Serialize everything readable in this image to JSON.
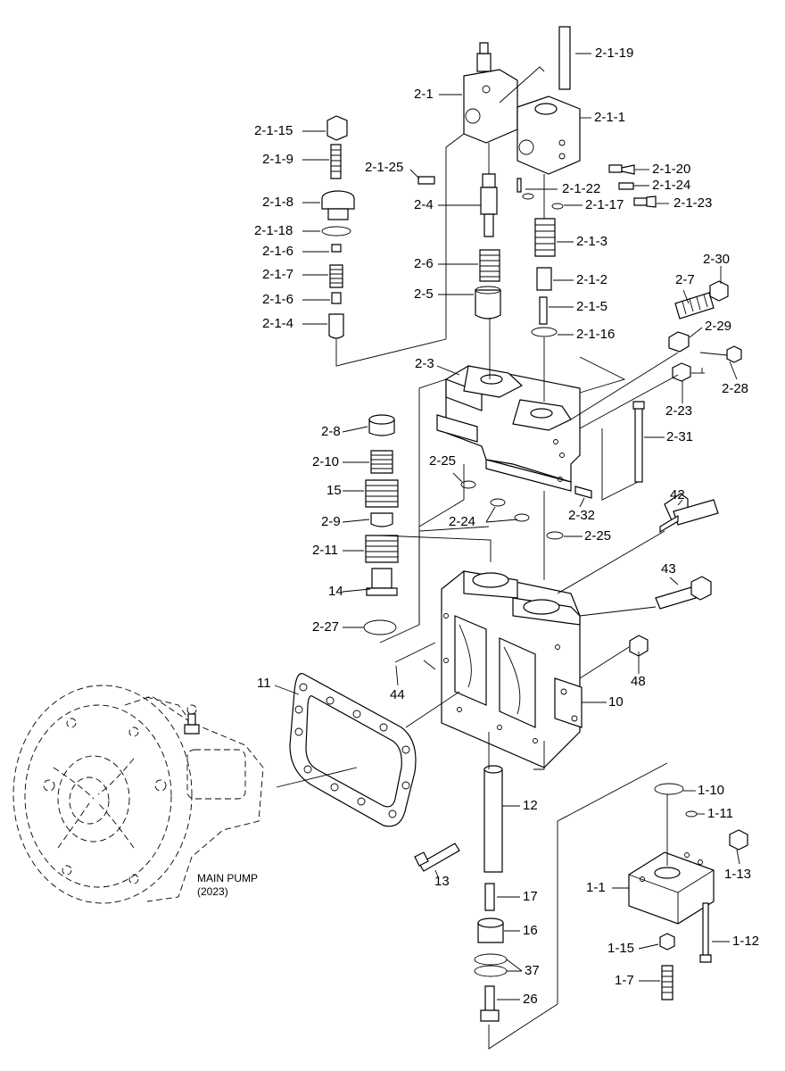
{
  "main_pump_caption": {
    "line1": "MAIN PUMP",
    "line2": "(2023)"
  },
  "callouts": {
    "c_2_1_19": "2-1-19",
    "c_2_1": "2-1",
    "c_2_1_1": "2-1-1",
    "c_2_1_15": "2-1-15",
    "c_2_1_9": "2-1-9",
    "c_2_1_25": "2-1-25",
    "c_2_1_20": "2-1-20",
    "c_2_1_22": "2-1-22",
    "c_2_1_24": "2-1-24",
    "c_2_1_8": "2-1-8",
    "c_2_4": "2-4",
    "c_2_1_17": "2-1-17",
    "c_2_1_23": "2-1-23",
    "c_2_1_18": "2-1-18",
    "c_2_1_3": "2-1-3",
    "c_2_1_6a": "2-1-6",
    "c_2_6": "2-6",
    "c_2_1_7": "2-1-7",
    "c_2_1_2": "2-1-2",
    "c_2_30": "2-30",
    "c_2_7": "2-7",
    "c_2_1_6b": "2-1-6",
    "c_2_5": "2-5",
    "c_2_1_5": "2-1-5",
    "c_2_1_4": "2-1-4",
    "c_2_29": "2-29",
    "c_2_1_16": "2-1-16",
    "c_2_3": "2-3",
    "c_2_28": "2-28",
    "c_2_23": "2-23",
    "c_2_8": "2-8",
    "c_2_31": "2-31",
    "c_2_10": "2-10",
    "c_2_25a": "2-25",
    "c_15": "15",
    "c_2_32": "2-32",
    "c_2_24": "2-24",
    "c_2_9": "2-9",
    "c_2_25b": "2-25",
    "c_42": "42",
    "c_2_11": "2-11",
    "c_43": "43",
    "c_14": "14",
    "c_2_27": "2-27",
    "c_48": "48",
    "c_11": "11",
    "c_44": "44",
    "c_10": "10",
    "c_1_10": "1-10",
    "c_12": "12",
    "c_1_11": "1-11",
    "c_13": "13",
    "c_1_13": "1-13",
    "c_1_1": "1-1",
    "c_17": "17",
    "c_16": "16",
    "c_1_12": "1-12",
    "c_1_15": "1-15",
    "c_37": "37",
    "c_1_7": "1-7",
    "c_26": "26"
  }
}
